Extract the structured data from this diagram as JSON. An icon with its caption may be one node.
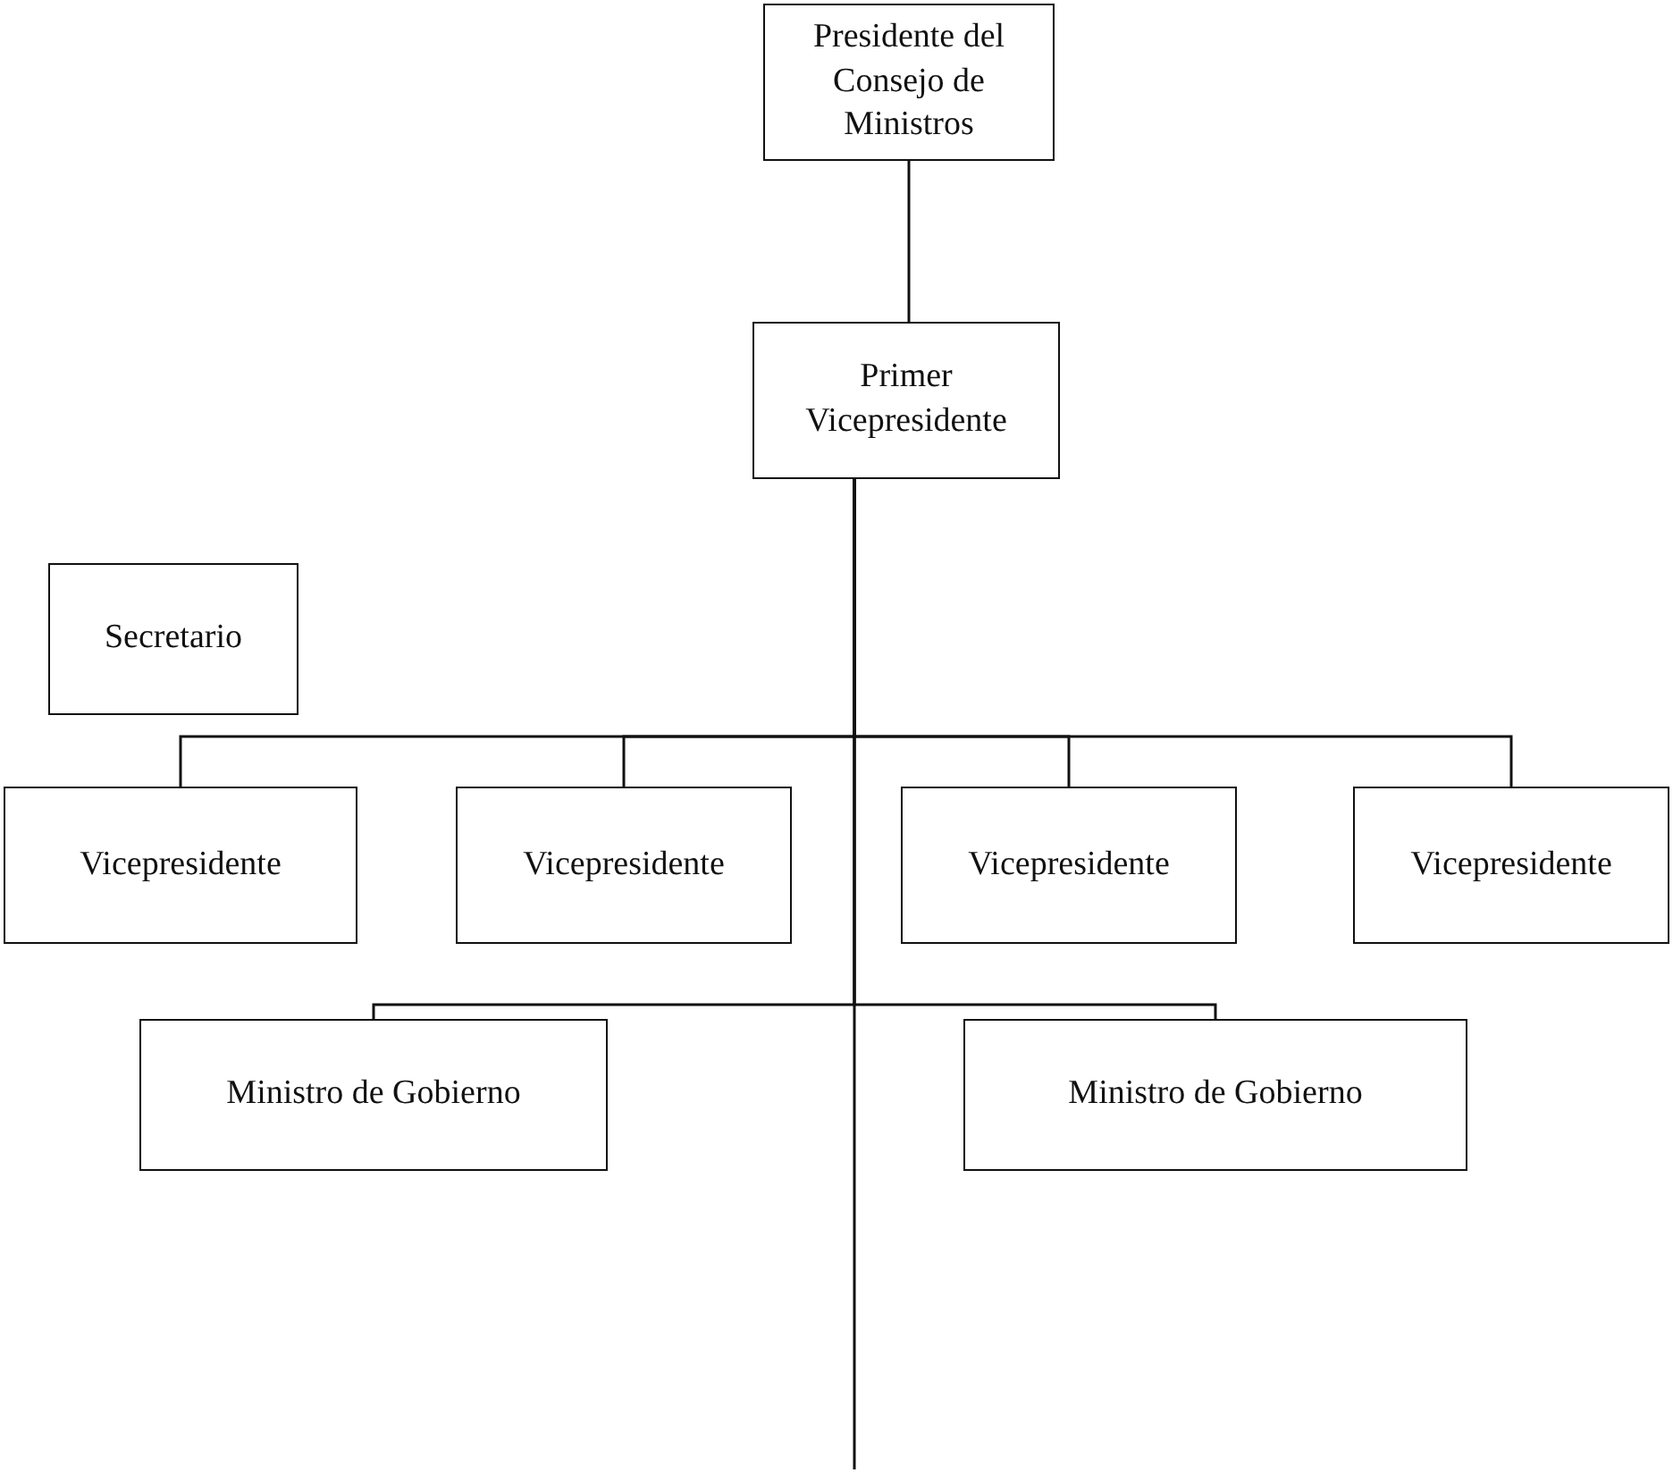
{
  "diagram": {
    "nodes": [
      {
        "text": [
          "Presidente del Consejo de Ministros"
        ]
      },
      {
        "text": [
          "Primer Vicepresidente"
        ]
      },
      {
        "text": [
          "Secretario"
        ]
      },
      {
        "text": [
          "Vicepresidente"
        ]
      },
      {
        "text": [
          "Vicepresidente"
        ]
      },
      {
        "text": [
          "Vicepresidente"
        ]
      },
      {
        "text": [
          "Vicepresidente"
        ]
      },
      {
        "text": [
          "Ministro de Gobierno"
        ]
      },
      {
        "text": [
          "Ministro de Gobierno"
        ]
      }
    ],
    "edges": [
      {
        "from": 0,
        "to": 1,
        "arrow": "none"
      },
      {
        "from": 1,
        "to": 3,
        "arrow": "none"
      },
      {
        "from": 1,
        "to": 4,
        "arrow": "none"
      },
      {
        "from": 1,
        "to": 5,
        "arrow": "none"
      },
      {
        "from": 1,
        "to": 6,
        "arrow": "none"
      },
      {
        "from": 1,
        "to": 7,
        "arrow": "none"
      },
      {
        "from": 1,
        "to": 8,
        "arrow": "none"
      },
      {
        "from": 1,
        "to": null,
        "arrow": "none"
      }
    ]
  }
}
